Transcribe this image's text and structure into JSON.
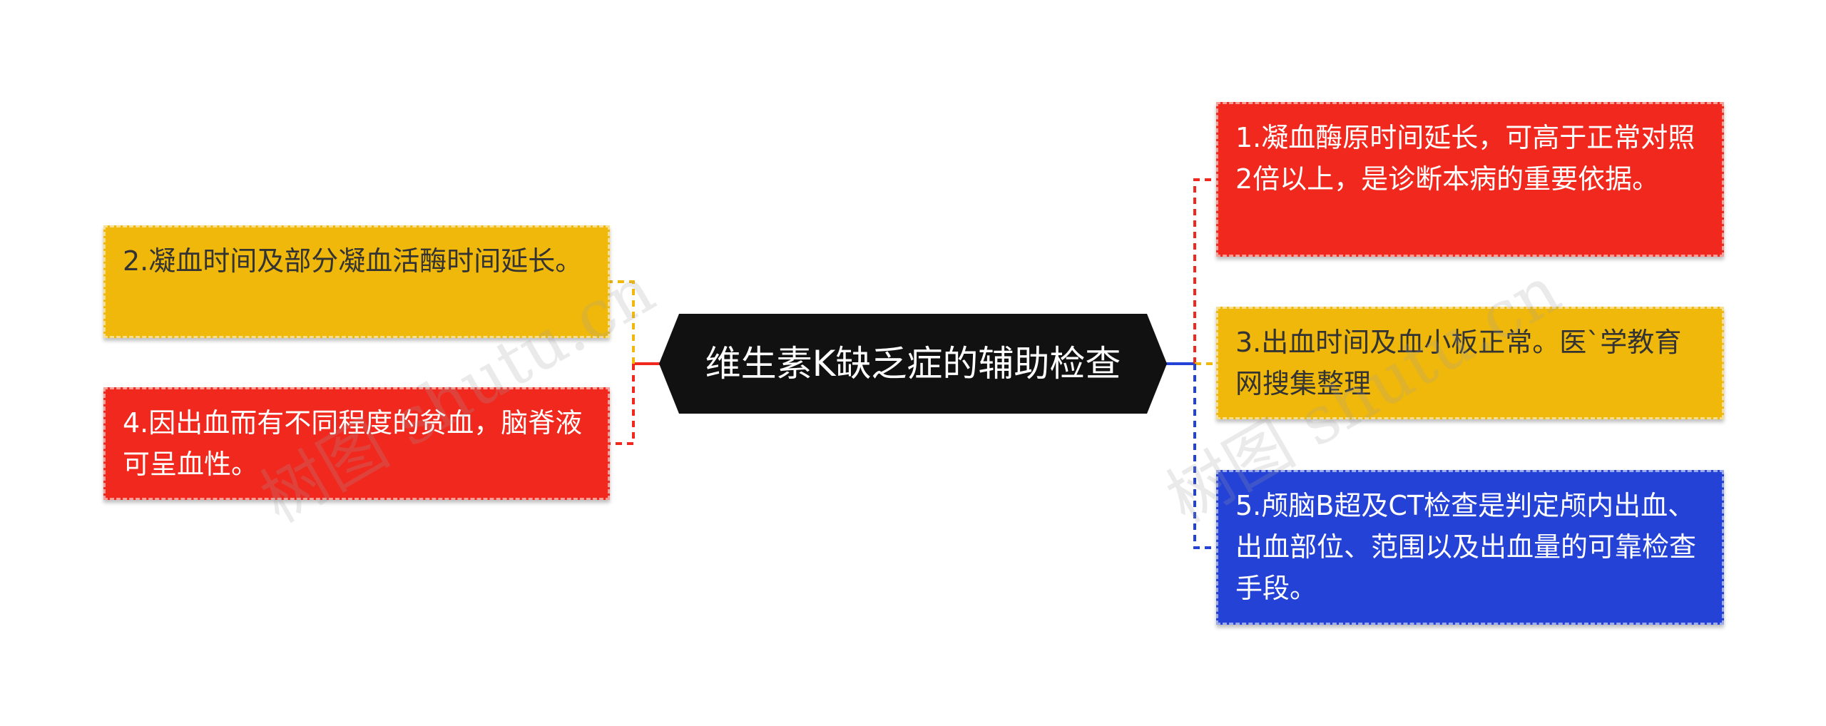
{
  "root": {
    "label": "维生素K缺乏症的辅助检查"
  },
  "nodes": [
    {
      "id": "n1",
      "label": "1.凝血酶原时间延长，可高于正常对照2倍以上，是诊断本病的重要依据。",
      "color": "red"
    },
    {
      "id": "n2",
      "label": "2.凝血时间及部分凝血活酶时间延长。",
      "color": "yellow"
    },
    {
      "id": "n3",
      "label": "3.出血时间及血小板正常。医`学教育网搜集整理",
      "color": "yellow"
    },
    {
      "id": "n4",
      "label": "4.因出血而有不同程度的贫血，脑脊液可呈血性。",
      "color": "red"
    },
    {
      "id": "n5",
      "label": "5.颅脑B超及CT检查是判定颅内出血、出血部位、范围以及出血量的可靠检查手段。",
      "color": "blue"
    }
  ],
  "watermark": "树图 shutu.cn",
  "colors": {
    "red": "#f0281e",
    "yellow": "#f0b80a",
    "blue": "#2442d6",
    "root": "#111111"
  }
}
